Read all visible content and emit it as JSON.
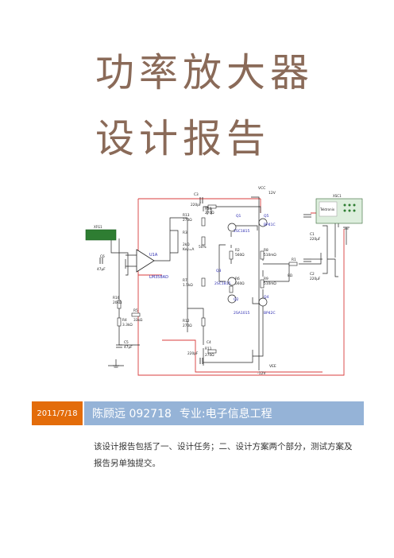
{
  "title": {
    "line1": "功率放大器",
    "line2": "设计报告"
  },
  "schematic": {
    "instruments": {
      "xsc1": "XSC1",
      "xfg1": "XFG1",
      "scope_label": "Tektronix"
    },
    "rails": {
      "vcc": "VCC",
      "vcc_value": "12V",
      "vee": "VEE",
      "vee_value": "-12V"
    },
    "opamp": {
      "ref": "U1A",
      "part": "LM358AD"
    },
    "transistors": {
      "q1": "Q1",
      "q1_part": "2SC1815",
      "q2": "Q2",
      "q2_part": "2SA1015",
      "q3": "Q3",
      "q3_part": "2SC1815",
      "q4": "Q4",
      "q4_part": "BP42C",
      "q5": "Q5",
      "q5_part": "BP41C"
    },
    "resistors": {
      "r1": "R1",
      "r1_val": "8Ω",
      "r2": "R2",
      "r2_val": "560Ω",
      "r3": "R3",
      "r3_val": "2kΩ",
      "r3_key": "Key=A",
      "r3_pct": "50%",
      "r4": "R4",
      "r4_val": "3.3kΩ",
      "r5": "R5",
      "r5_val": "33kΩ",
      "r6": "R6",
      "r6_val": "560Ω",
      "r7": "R7",
      "r7_val": "1.5kΩ",
      "r8": "R8",
      "r8_val": "510mΩ",
      "r9": "R9",
      "r9_val": "510mΩ",
      "r10": "R10",
      "r10_val": "270Ω",
      "r11": "R11",
      "r11_val": "270Ω",
      "r12": "R12",
      "r12_val": "270Ω",
      "r13": "R13",
      "r13_val": "270Ω",
      "r16": "R16",
      "r16_val": "20kΩ"
    },
    "capacitors": {
      "c1": "C1",
      "c1_val": "220µF",
      "c2": "C2",
      "c2_val": "220µF",
      "c3": "C3",
      "c3_val": "220pF",
      "c4": "C4",
      "c4_val": "220pF",
      "c5": "C5",
      "c5_val": "47µF",
      "c6": "C6",
      "c6_val": "47µF"
    }
  },
  "info_bar": {
    "date": "2011/7/18",
    "author": "陈顾远 092718",
    "major": "专业:电子信息工程"
  },
  "summary": "该设计报告包括了一、设计任务；二、设计方案两个部分，测试方案及报告另单独提交。",
  "colors": {
    "title": "#8a6a58",
    "date_bar": "#e36c0a",
    "info_bar": "#95b3d7",
    "wire_red": "#d83c3c",
    "part_blue": "#2a2ab0"
  }
}
